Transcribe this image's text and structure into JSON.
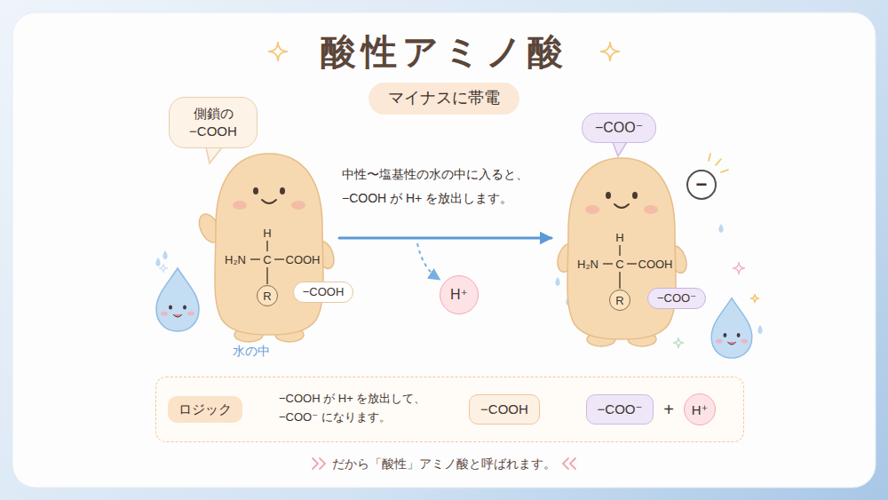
{
  "diagram": {
    "title": "酸性アミノ酸",
    "caption": "だから「酸性」アミノ酸と呼ばれます。",
    "nodes": [
      {
        "text": [
          "マイナスに帯電"
        ]
      },
      {
        "text": [
          "側鎖の −COOH"
        ]
      },
      {
        "text": [
          "H",
          "H₂N",
          "C",
          "COOH"
        ]
      },
      {
        "text": [
          "R"
        ],
        "in": 2
      },
      {
        "text": [
          "−COOH"
        ]
      },
      {
        "text": [
          "H⁺"
        ]
      },
      {
        "text": [
          "−COO⁻"
        ]
      },
      {
        "text": [
          "−"
        ]
      },
      {
        "text": [
          "H",
          "H₂N",
          "C",
          "COOH"
        ]
      },
      {
        "text": [
          "R"
        ],
        "in": 8
      },
      {
        "text": [
          "−COO⁻"
        ]
      },
      {
        "text": [
          "−COOH が H+ を放出して、 −COO⁻ になります。"
        ]
      },
      {
        "text": [
          "ロジック"
        ],
        "in": 11
      },
      {
        "text": [
          "−COOH"
        ],
        "in": 11
      },
      {
        "text": [
          "−COO⁻"
        ],
        "in": 11
      },
      {
        "text": [
          "H⁺"
        ],
        "in": 11
      }
    ],
    "edges": [
      {
        "from": 2,
        "to": 8,
        "arrow": "to"
      },
      {
        "from": 13,
        "to": 14,
        "arrow": "to"
      }
    ],
    "labels": [
      "中性〜塩基性の水の中に入ると、 −COOH が H+ を放出します。",
      "水の中",
      "+"
    ]
  }
}
